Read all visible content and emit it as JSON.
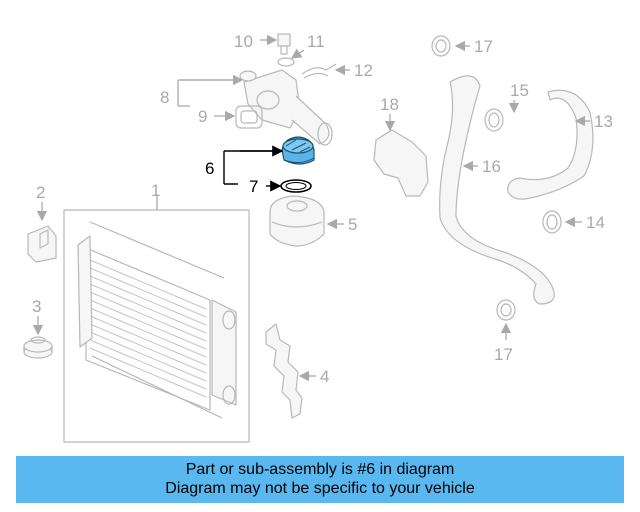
{
  "callouts": {
    "c1": "1",
    "c2": "2",
    "c3": "3",
    "c4": "4",
    "c5": "5",
    "c6": "6",
    "c7": "7",
    "c8": "8",
    "c9": "9",
    "c10": "10",
    "c11": "11",
    "c12": "12",
    "c13": "13",
    "c14": "14",
    "c15": "15",
    "c16": "16",
    "c17a": "17",
    "c17b": "17",
    "c18": "18"
  },
  "highlight": {
    "part": "6",
    "color": "#5ab4e5"
  },
  "banner": {
    "line1": "Part or sub-assembly is #6 in diagram",
    "line2": "Diagram may not be specific to your vehicle",
    "background": "#58b8ef"
  }
}
